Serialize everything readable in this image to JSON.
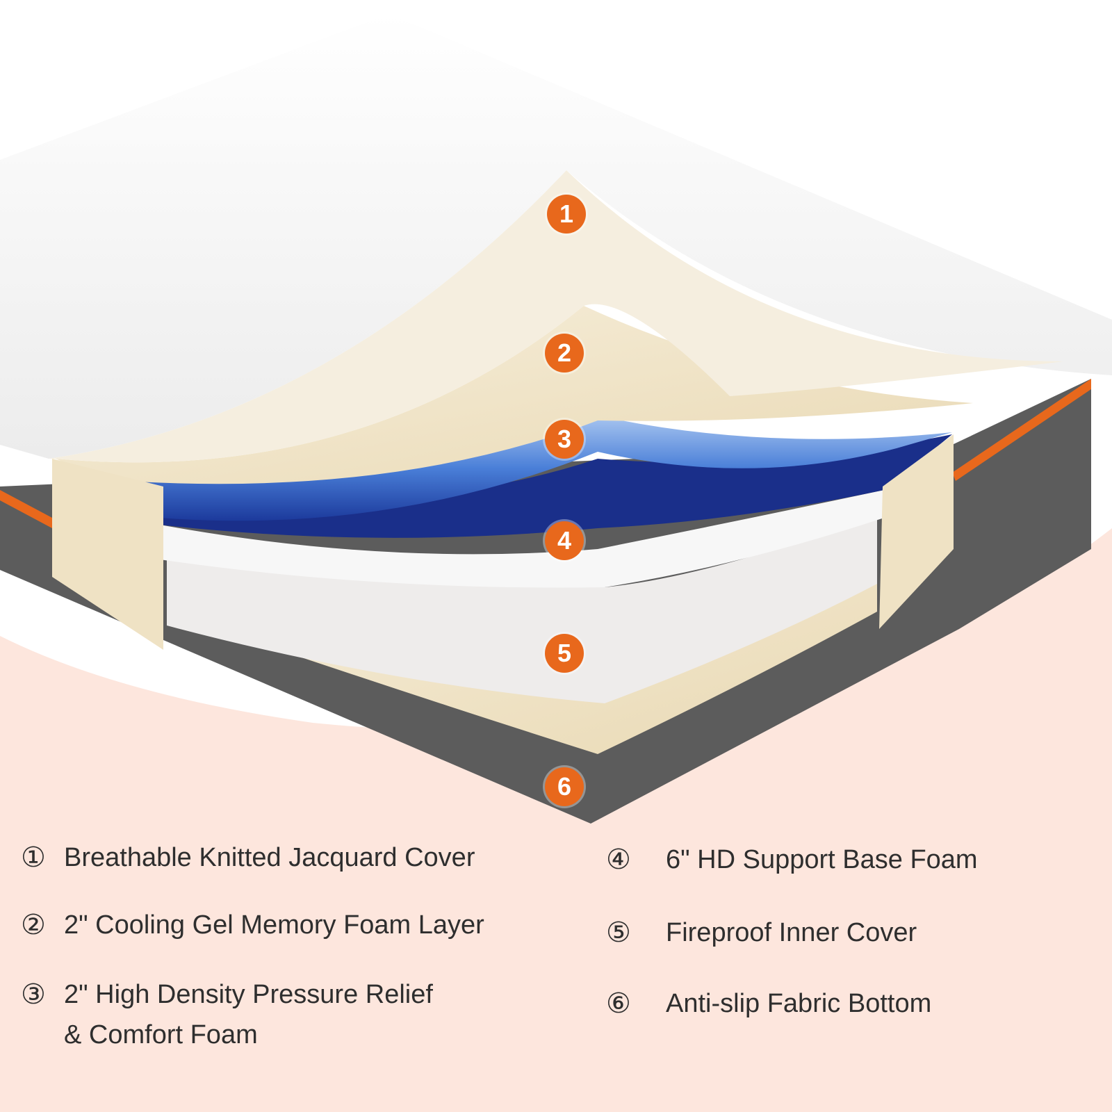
{
  "colors": {
    "accent": "#e8681c",
    "background": "#fde6dd",
    "foam_blue": "#4f86d6",
    "base_grey": "#5a5a5a",
    "cream": "#efe2c4"
  },
  "badges": [
    "1",
    "2",
    "3",
    "4",
    "5",
    "6"
  ],
  "legend": [
    {
      "num": "①",
      "text": "Breathable Knitted Jacquard Cover"
    },
    {
      "num": "②",
      "text": "2\" Cooling Gel Memory Foam Layer"
    },
    {
      "num": "③",
      "text": "2\" High Density Pressure Relief",
      "text2": "& Comfort Foam"
    },
    {
      "num": "④",
      "text": "6\" HD Support Base Foam"
    },
    {
      "num": "⑤",
      "text": "Fireproof Inner Cover"
    },
    {
      "num": "⑥",
      "text": "Anti-slip Fabric Bottom"
    }
  ]
}
